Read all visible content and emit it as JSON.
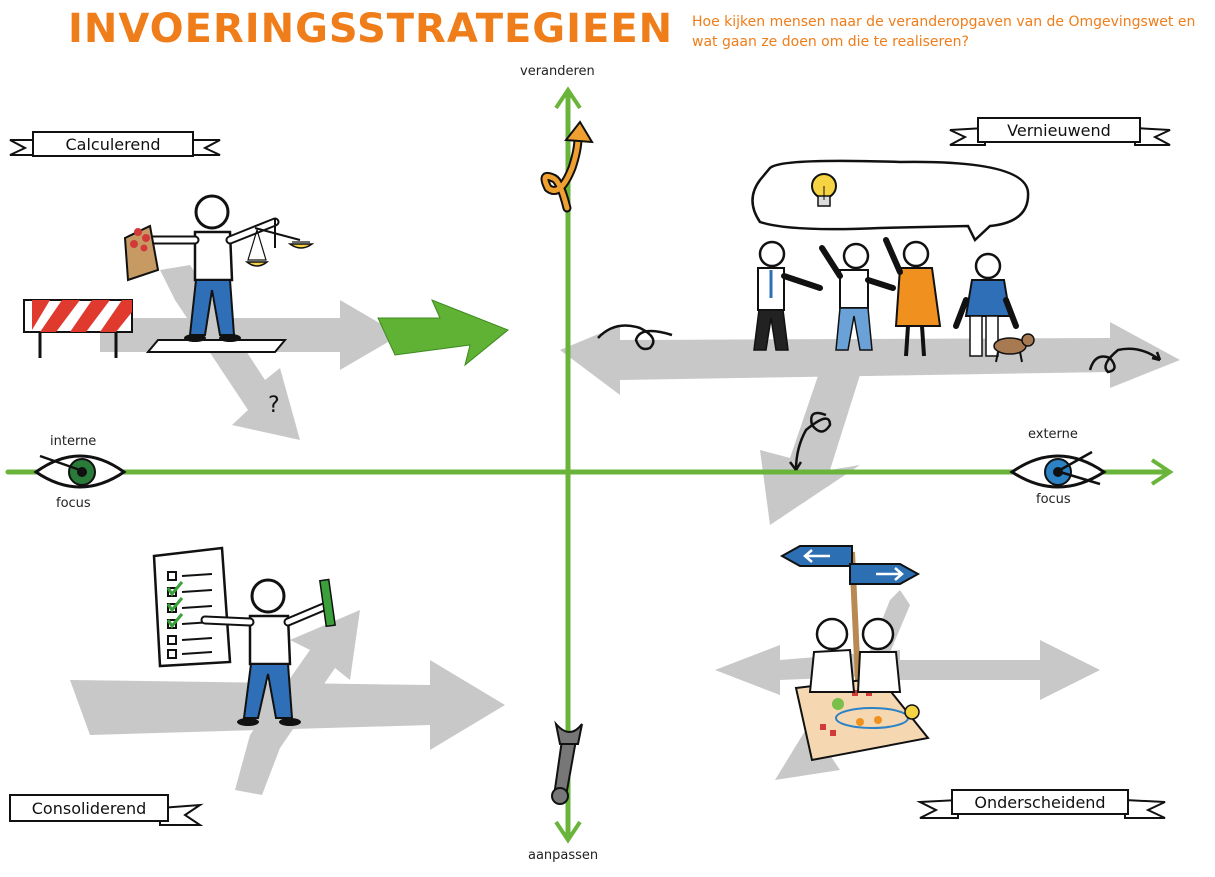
{
  "header": {
    "title": "INVOERINGSSTRATEGIEEN",
    "subtitle": "Hoe kijken mensen naar de veranderopgaven van de Omgevingswet en wat gaan ze doen om die te realiseren?"
  },
  "axes": {
    "top": "veranderen",
    "bottom": "aanpassen",
    "left_top": "interne",
    "left_bottom": "focus",
    "right_top": "externe",
    "right_bottom": "focus"
  },
  "quadrants": {
    "top_left": "Calculerend",
    "top_right": "Vernieuwend",
    "bottom_left": "Consoliderend",
    "bottom_right": "Onderscheidend"
  },
  "annotations": {
    "question_mark": "?"
  },
  "colors": {
    "accent_orange": "#ef7d1a",
    "axis_green": "#6ab43b",
    "arrow_grey": "#c8c8c8",
    "figure_blue": "#2f6fb8",
    "figure_orange": "#f0901e",
    "barrier_red": "#e03a2f",
    "eye_green": "#2a7a3a",
    "eye_blue": "#2b82c4",
    "sign_blue": "#2c6fb3"
  },
  "icons": [
    "balance-scale-icon",
    "barrier-icon",
    "lightbulb-icon",
    "wrench-icon",
    "eye-icon",
    "signpost-icon",
    "map-icon",
    "checklist-icon",
    "pencil-icon",
    "dog-icon"
  ]
}
